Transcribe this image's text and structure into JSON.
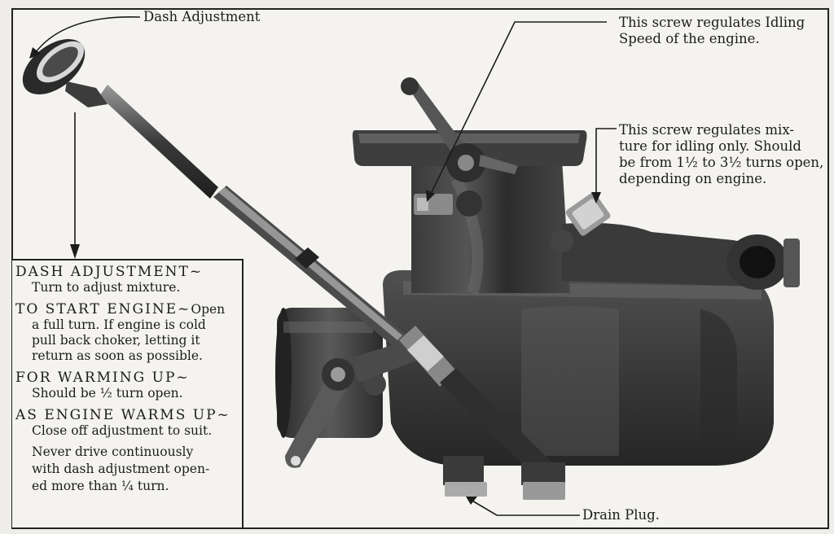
{
  "callouts": {
    "dash_adjustment": "Dash Adjustment",
    "idle_speed": [
      "This screw regulates Idling",
      "Speed of the engine."
    ],
    "idle_mixture": [
      "This screw regulates mix-",
      "ture for idling only.  Should",
      "be from 1½ to 3½ turns open,",
      "depending on engine."
    ],
    "drain_plug": "Drain Plug."
  },
  "instructions": [
    {
      "heading": "DASH ADJUSTMENT",
      "body": [
        "Turn to adjust mixture."
      ]
    },
    {
      "heading": "TO START ENGINE",
      "heading_tail": "Open",
      "body": [
        "a full turn. If engine is cold",
        "pull back choker, letting it",
        "return as soon as possible."
      ]
    },
    {
      "heading": "FOR WARMING UP",
      "body": [
        "Should be ½ turn open."
      ]
    },
    {
      "heading": "AS ENGINE WARMS UP",
      "body": [
        "Close off adjustment to suit."
      ]
    }
  ],
  "note": [
    "Never drive continuously",
    "with dash adjustment open-",
    "ed more than ¼ turn."
  ],
  "colors": {
    "paper": "#f4f3f0",
    "ink": "#1c1c1c",
    "metal_dark": "#2e2e2e",
    "metal_mid": "#4a4a4a",
    "metal_light": "#7a7a7a"
  }
}
